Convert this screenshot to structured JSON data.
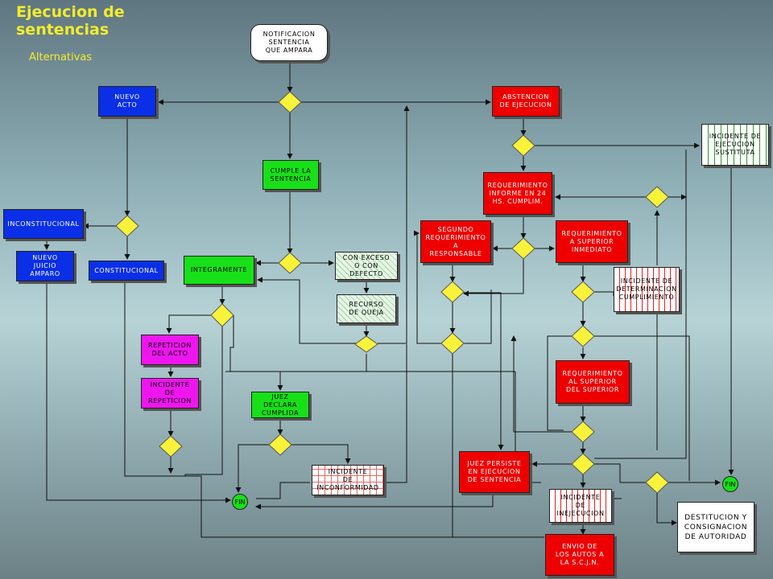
{
  "header": {
    "title": "Ejecucion de\nsentencias",
    "subtitle": "Alternativas"
  },
  "nodes": {
    "notificacion": "NOTIFICACION\nSENTENCIA\nQUE  AMPARA",
    "nuevo_acto": "NUEVO\nACTO",
    "abstencion": "ABSTENCION\nDE  EJECUCION",
    "cumple": "CUMPLE LA\nSENTENCIA",
    "incidente_sustituta": "INCIDENTE  DE\nEJECUCION\nSUSTITUTA",
    "requerimiento_informe": "REQUERIMIENTO\nINFORME  EN 24\nHS.  CUMPLIM.",
    "inconstitucional": "INCONSTITUCIONAL",
    "segundo_req": "SEGUNDO\nREQUERIMIENTO\nA\nRESPONSABLE",
    "req_superior_inm": "REQUERIMIENTO\nA SUPERIOR\nINMEDIATO",
    "nuevo_juicio": "NUEVO\nJUICIO\nAMPARO",
    "constitucional": "CONSTITUCIONAL",
    "integramente": "INTEGRAMENTE",
    "con_exceso": "CON  EXCESO\nO  CON\nDEFECTO",
    "incidente_determinacion": "INCIDENTE  DE\nDETERMINACION\nCUMPLIMIENTO",
    "recurso_queja": "RECURSO\nDE  QUEJA",
    "repeticion_acto": "REPETICION\nDEL  ACTO",
    "req_superior_sup": "REQUERIMIENTO\nAL  SUPERIOR\nDEL  SUPERIOR",
    "incidente_repeticion": "INCIDENTE\nDE\nREPETICION",
    "juez_declara": "JUEZ\nDECLARA\nCUMPLIDA",
    "juez_persiste": "JUEZ  PERSISTE\nEN  EJECUCION\nDE  SENTENCIA",
    "incidente_inconformidad": "INCIDENTE\nDE\nINCONFORMIDAD",
    "incidente_inejecucion": "INCIDENTE\nDE\nINEJECUCION",
    "destitucion": "DESTITUCION Y\nCONSIGNACION\nDE AUTORIDAD",
    "envio_autos": "ENVIO  DE\nLOS  AUTOS  A\nLA  S.C.J.N.",
    "fin_left": "FIN",
    "fin_right": "FIN"
  },
  "colors": {
    "decision": "#f8f23a",
    "line": "#111111"
  }
}
